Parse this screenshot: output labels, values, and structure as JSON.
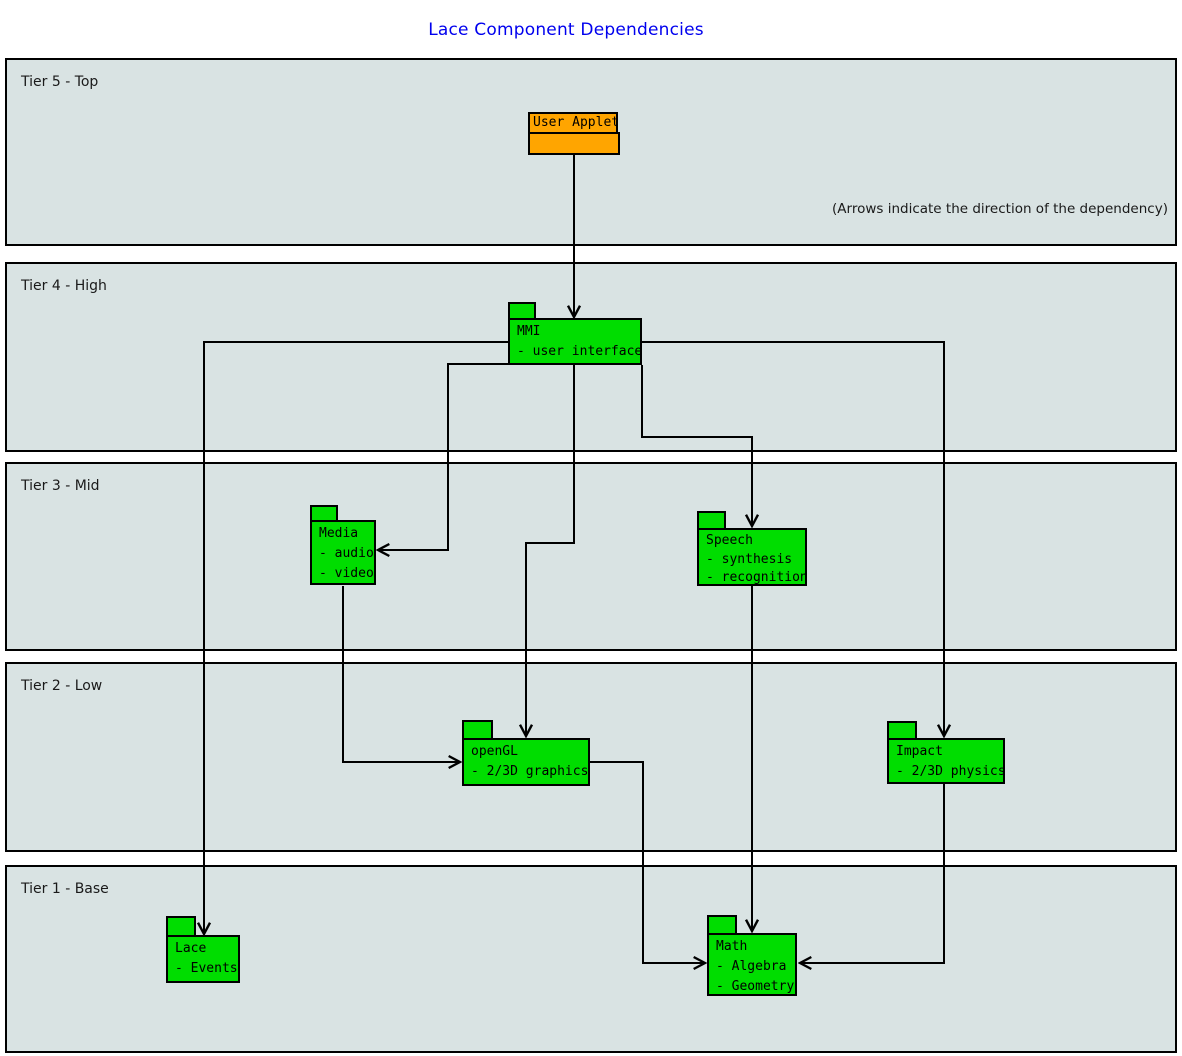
{
  "title": "Lace Component Dependencies",
  "note": "(Arrows indicate the direction of the dependency)",
  "colors": {
    "tier_background": "#d9e3e3",
    "package_green": "#00dd00",
    "applet_orange": "#ffa500",
    "title_blue": "#0000ee",
    "line_black": "#000000"
  },
  "tiers": [
    {
      "label": "Tier 5 - Top"
    },
    {
      "label": "Tier 4 - High"
    },
    {
      "label": "Tier 3 - Mid"
    },
    {
      "label": "Tier 2 - Low"
    },
    {
      "label": "Tier 1 - Base"
    }
  ],
  "packages": {
    "user_applet": {
      "name": "User Applet",
      "details": []
    },
    "mmi": {
      "name": "MMI",
      "details": [
        "- user interface"
      ]
    },
    "media": {
      "name": "Media",
      "details": [
        "- audio",
        "- video"
      ]
    },
    "speech": {
      "name": "Speech",
      "details": [
        "- synthesis",
        "- recognition"
      ]
    },
    "opengl": {
      "name": "openGL",
      "details": [
        "- 2/3D graphics"
      ]
    },
    "impact": {
      "name": "Impact",
      "details": [
        "- 2/3D physics"
      ]
    },
    "lace": {
      "name": "Lace",
      "details": [
        "- Events"
      ]
    },
    "math": {
      "name": "Math",
      "details": [
        "- Algebra",
        "- Geometry"
      ]
    }
  },
  "dependencies": [
    {
      "from": "User Applet",
      "to": "MMI"
    },
    {
      "from": "MMI",
      "to": "Lace"
    },
    {
      "from": "MMI",
      "to": "Media"
    },
    {
      "from": "MMI",
      "to": "openGL"
    },
    {
      "from": "MMI",
      "to": "Speech"
    },
    {
      "from": "MMI",
      "to": "Impact"
    },
    {
      "from": "Media",
      "to": "openGL"
    },
    {
      "from": "Speech",
      "to": "Math"
    },
    {
      "from": "openGL",
      "to": "Math"
    },
    {
      "from": "Impact",
      "to": "Math"
    }
  ]
}
